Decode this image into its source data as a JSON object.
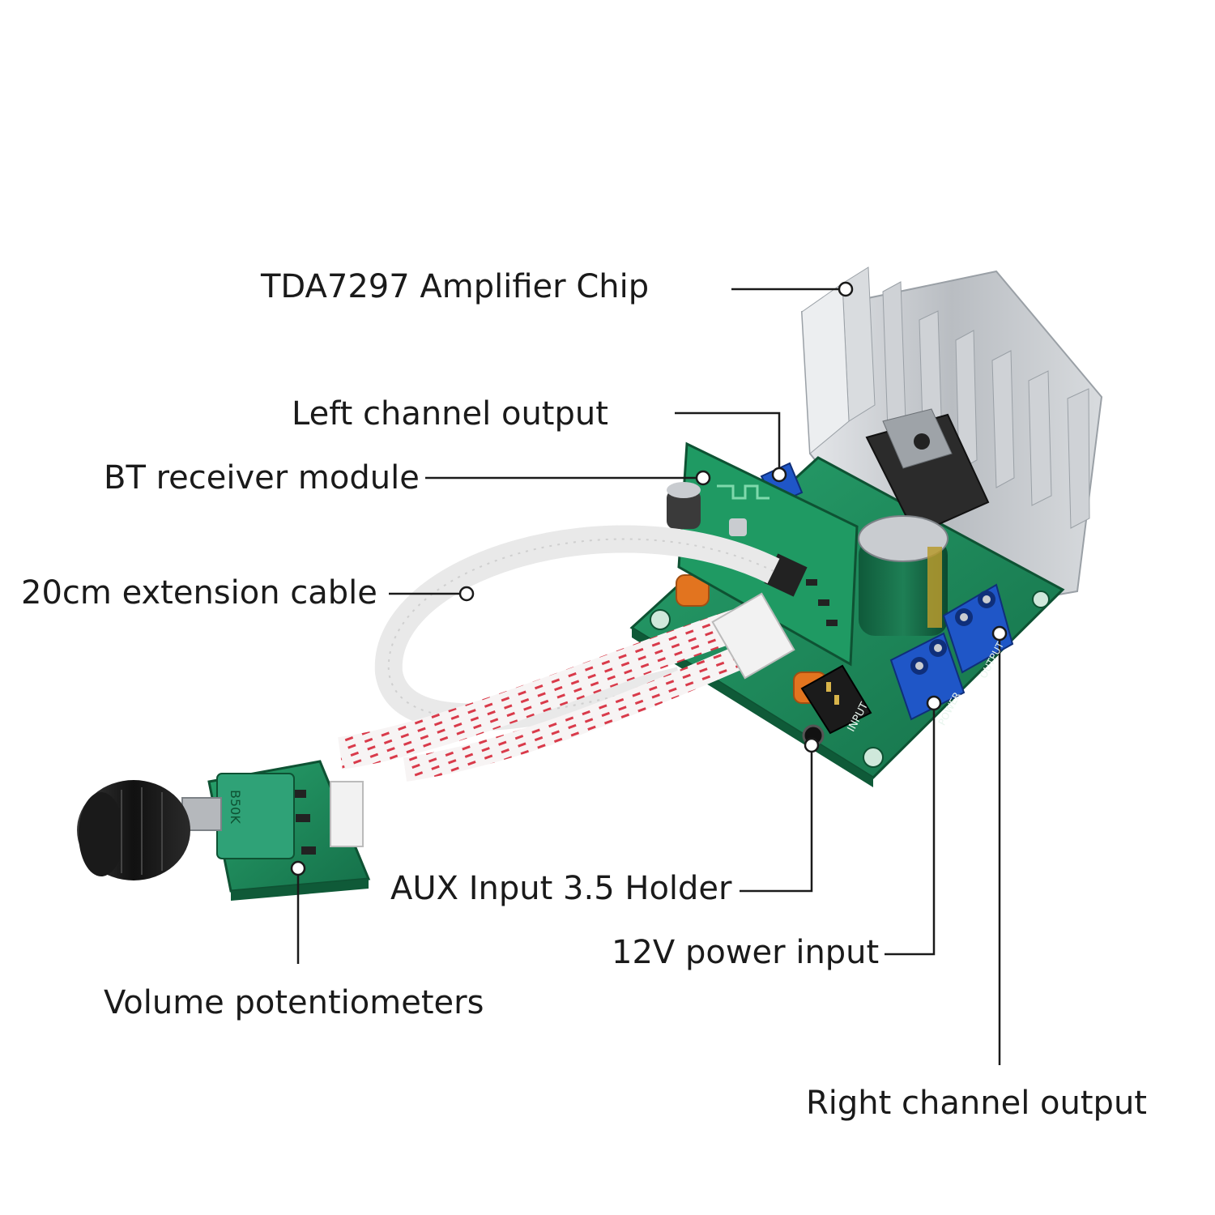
{
  "callouts": {
    "amplifier_chip": "TDA7297 Amplifier Chip",
    "left_channel_output": "Left channel output",
    "bt_receiver_module": "BT receiver module",
    "extension_cable": "20cm extension cable",
    "aux_input": "AUX Input 3.5 Holder",
    "power_input": "12V power input",
    "volume_potentiometers": "Volume potentiometers",
    "right_channel_output": "Right channel output"
  },
  "board_markings": {
    "pot_value": "B50K",
    "aux_jack": "INPUT",
    "power_terminal": "POWER",
    "output_terminal": "OUTPUT"
  },
  "colors": {
    "pcb_green": "#1e8a5a",
    "heatsink_silver": "#c9ccd0",
    "terminal_blue": "#1f56c7",
    "capacitor_orange": "#e2741f",
    "cable_stripe": "#d93a4a",
    "leader_line": "#1a1a1a"
  }
}
